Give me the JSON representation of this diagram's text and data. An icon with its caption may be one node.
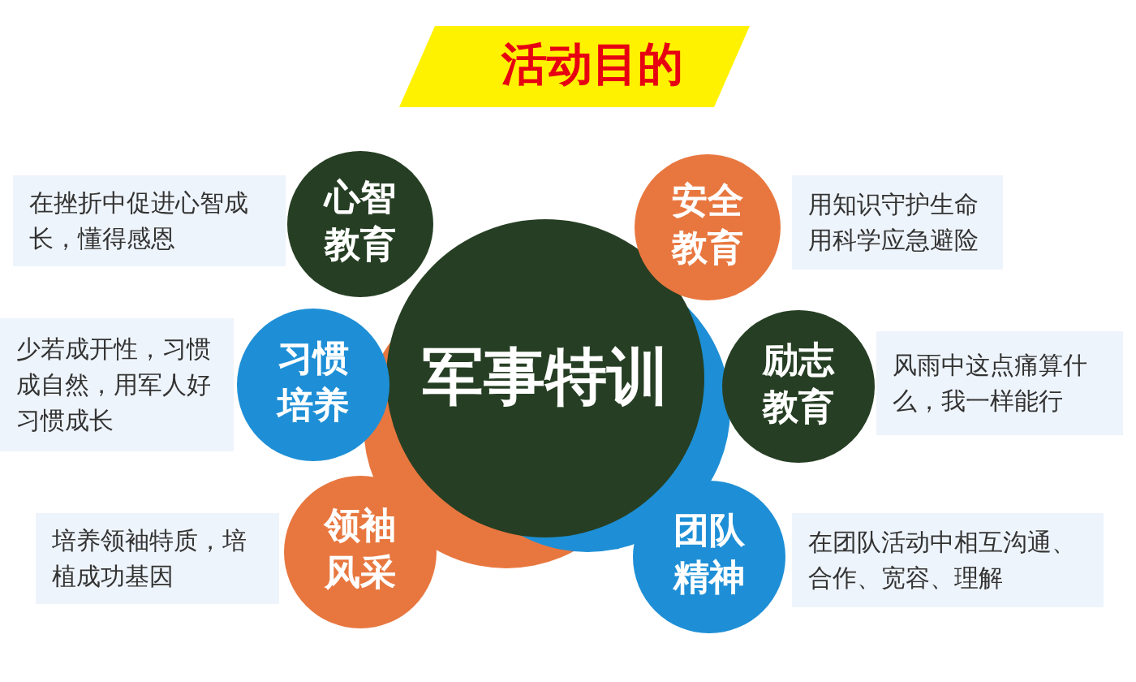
{
  "diagram": {
    "title": "活动目的",
    "nodes": [
      {
        "text": [
          "军事特训"
        ]
      },
      {
        "text": [
          "在挫折中促进心智成长，懂得感恩"
        ]
      },
      {
        "text": [
          "心智教育"
        ]
      },
      {
        "text": [
          "安全教育"
        ]
      },
      {
        "text": [
          "用知识守护生命用科学应急避险"
        ]
      },
      {
        "text": [
          "少若成开性，习惯成自然，用军人好习惯成长"
        ]
      },
      {
        "text": [
          "习惯培养"
        ]
      },
      {
        "text": [
          "励志教育"
        ]
      },
      {
        "text": [
          "风雨中这点痛算什么，我一样能行"
        ]
      },
      {
        "text": [
          "培养领袖特质，培植成功基因"
        ]
      },
      {
        "text": [
          "领袖风采"
        ]
      },
      {
        "text": [
          "团队精神"
        ]
      },
      {
        "text": [
          "在团队活动中相互沟通、合作、宽容、理解"
        ]
      }
    ],
    "edges": []
  }
}
